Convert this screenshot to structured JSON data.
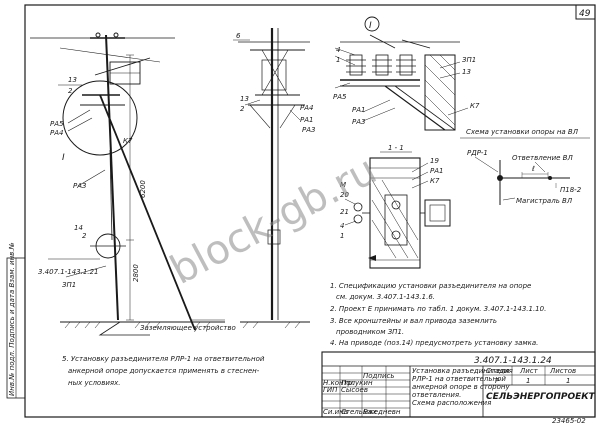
{
  "page_number": "49",
  "watermark": "block-gb.ru",
  "left_views": {
    "labels": {
      "dr1": "13",
      "dr2": "2",
      "ra5": "РА5",
      "ra4": "РА4",
      "kt": "К7",
      "i_label": "I",
      "ra3": "РА3",
      "n14": "14",
      "n2": "2",
      "h6200": "6200",
      "h2800": "2800",
      "doc_ref": "3.407.1-143.1.21",
      "sp1": "ЗП1",
      "ground": "Заземляющее устройство"
    }
  },
  "middle_view": {
    "labels": {
      "n6": "6",
      "n13": "13",
      "n2": "2",
      "ra4": "РА4",
      "ra1": "РА1",
      "ra3": "РА3"
    }
  },
  "detail_I": {
    "title": "I",
    "labels": {
      "n4": "4",
      "n1": "1",
      "ra5": "РА5",
      "sp1": "ЗП1",
      "n13": "13",
      "kt": "К7",
      "ra1": "РА1",
      "ra3": "РА3"
    }
  },
  "section": {
    "title": "1 - 1",
    "labels": {
      "n19": "19",
      "ra1": "РА1",
      "kt": "К7",
      "n20": "20",
      "n21": "21",
      "n4": "4",
      "m": "М",
      "n1": "1"
    }
  },
  "scheme": {
    "title": "Схема установки опоры на ВЛ",
    "labels": {
      "rdp": "РДР-1",
      "branch": "Ответвление ВЛ",
      "l": "ℓ",
      "pv": "П18-2",
      "main": "Магистраль ВЛ"
    }
  },
  "notes": [
    "1. Спецификацию установки разъединителя на опоре",
    "см. докум. 3.407.1-143.1.6.",
    "2. Проект Е принимать по табл. 1 докум. 3.407.1-143.1.10.",
    "3. Все кронштейны и вал привода заземлить",
    "проводником ЗП1.",
    "4. На приводе (поз.14) предусмотреть установку замка."
  ],
  "note5": [
    "5. Установку разъединителя РЛР-1 на ответвительной",
    "анкерной опоре допускается применять в стеснен-",
    "ных условиях."
  ],
  "side_stamp": "Инв.№ подл.   Подпись и дата   Взам. инв.№",
  "title_block": {
    "doc_number": "3.407.1-143.1.24",
    "description": [
      "Установка разъединителя",
      "РЛР-1 на ответвительной",
      "анкерной опоре в сторону",
      "ответвления.",
      "Схема расположения"
    ],
    "headers": {
      "stage": "Стадия",
      "sheet": "Лист",
      "sheets": "Листов"
    },
    "values": {
      "stage": "Р",
      "sheet": "1",
      "sheets": "1"
    },
    "org": "СЕЛЬЭНЕРГОПРОЕКТ",
    "roles": [
      {
        "role": "Н.контр.",
        "name": "Полукин"
      },
      {
        "role": "ГИП",
        "name": "Сысоев"
      }
    ],
    "sign_header": "Подпись",
    "footer_cols": [
      "Си.инв",
      "Стельмах",
      "Ежедневн"
    ]
  },
  "bottom_code": "23465-02"
}
